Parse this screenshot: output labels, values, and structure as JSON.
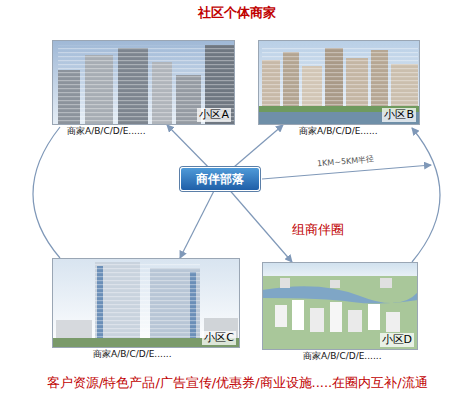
{
  "diagram": {
    "title": "社区个体商家",
    "nodes": [
      {
        "text": [
          "小区A",
          "商家A/B/C/D/E......"
        ]
      },
      {
        "text": [
          "小区B",
          "商家A/B/C/D/E......"
        ]
      },
      {
        "text": [
          "商伴部落"
        ]
      },
      {
        "text": [
          "小区C",
          "商家A/B/C/D/E......"
        ]
      },
      {
        "text": [
          "小区D",
          "商家A/B/C/D/E......"
        ]
      }
    ],
    "edges": [
      {
        "from": 2,
        "to": 0,
        "arrow": "to"
      },
      {
        "from": 2,
        "to": 1,
        "arrow": "to"
      },
      {
        "from": 2,
        "to": 3,
        "arrow": "to"
      },
      {
        "from": 2,
        "to": 4,
        "arrow": "to"
      }
    ],
    "labels": [
      "1KM~5KM半径",
      "组商伴圈",
      "客户资源/特色产品/广告宣传/优惠券/商业设施.....在圈内互补/流通"
    ]
  }
}
